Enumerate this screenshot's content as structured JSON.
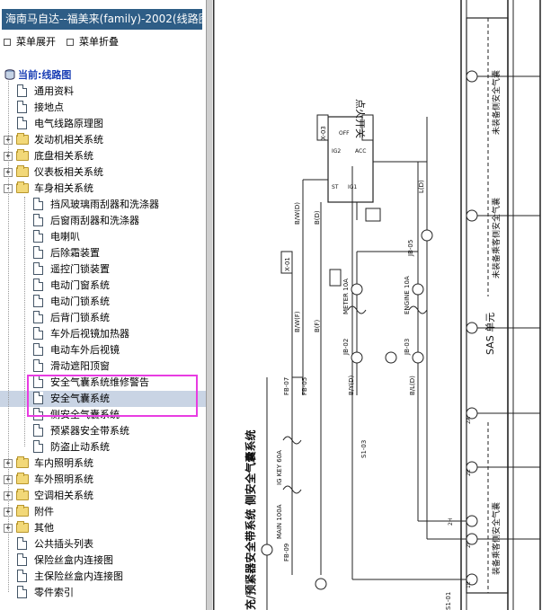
{
  "window": {
    "title": "海南马自达--福美来(family)-2002(线路图)"
  },
  "toolbar": {
    "expand_label": "菜单展开",
    "collapse_label": "菜单折叠"
  },
  "tree": {
    "root": "当前:线路图",
    "items": [
      {
        "label": "通用资料",
        "type": "doc",
        "level": 1
      },
      {
        "label": "接地点",
        "type": "doc",
        "level": 1
      },
      {
        "label": "电气线路原理图",
        "type": "doc",
        "level": 1
      },
      {
        "label": "发动机相关系统",
        "type": "folder",
        "level": 1,
        "expanded": false
      },
      {
        "label": "底盘相关系统",
        "type": "folder",
        "level": 1,
        "expanded": false
      },
      {
        "label": "仪表板相关系统",
        "type": "folder",
        "level": 1,
        "expanded": false
      },
      {
        "label": "车身相关系统",
        "type": "folder",
        "level": 1,
        "expanded": true
      },
      {
        "label": "挡风玻璃雨刮器和洗涤器",
        "type": "doc",
        "level": 2
      },
      {
        "label": "后窗雨刮器和洗涤器",
        "type": "doc",
        "level": 2
      },
      {
        "label": "电喇叭",
        "type": "doc",
        "level": 2
      },
      {
        "label": "后除霜装置",
        "type": "doc",
        "level": 2
      },
      {
        "label": "遥控门锁装置",
        "type": "doc",
        "level": 2
      },
      {
        "label": "电动门窗系统",
        "type": "doc",
        "level": 2
      },
      {
        "label": "电动门锁系统",
        "type": "doc",
        "level": 2
      },
      {
        "label": "后背门锁系统",
        "type": "doc",
        "level": 2
      },
      {
        "label": "车外后视镜加热器",
        "type": "doc",
        "level": 2
      },
      {
        "label": "电动车外后视镜",
        "type": "doc",
        "level": 2
      },
      {
        "label": "滑动遮阳顶窗",
        "type": "doc",
        "level": 2
      },
      {
        "label": "安全气囊系统维修警告",
        "type": "doc",
        "level": 2
      },
      {
        "label": "安全气囊系统",
        "type": "doc",
        "level": 2,
        "selected": true
      },
      {
        "label": "侧安全气囊系统",
        "type": "doc",
        "level": 2
      },
      {
        "label": "预紧器安全带系统",
        "type": "doc",
        "level": 2
      },
      {
        "label": "防盗止动系统",
        "type": "doc",
        "level": 2
      },
      {
        "label": "车内照明系统",
        "type": "folder",
        "level": 1,
        "expanded": false
      },
      {
        "label": "车外照明系统",
        "type": "folder",
        "level": 1,
        "expanded": false
      },
      {
        "label": "空调相关系统",
        "type": "folder",
        "level": 1,
        "expanded": false
      },
      {
        "label": "附件",
        "type": "folder",
        "level": 1,
        "expanded": false
      },
      {
        "label": "其他",
        "type": "folder",
        "level": 1,
        "expanded": false
      },
      {
        "label": "公共插头列表",
        "type": "doc",
        "level": 1
      },
      {
        "label": "保险丝盒内连接图",
        "type": "doc",
        "level": 1
      },
      {
        "label": "主保险丝盒内连接图",
        "type": "doc",
        "level": 1
      },
      {
        "label": "零件索引",
        "type": "doc",
        "level": 1
      }
    ]
  },
  "diagram": {
    "heading": "充/预紧器安全带系统 侧安全气囊系统",
    "ignition_switch": "点火开关",
    "sas_unit": "SAS 单元",
    "not_equipped_side": "未装备侧安全气囊",
    "not_equipped_passenger_side": "未装备乘客侧安全气囊",
    "equipped_passenger_side": "装备乘客侧安全气囊",
    "fuse_meter": "METER 10A",
    "fuse_engine": "ENGINE 10A",
    "fuse_ig_key": "IG KEY 60A",
    "fuse_main": "MAIN 100A",
    "wire_bw_d": "B/W(D)",
    "wire_bd": "B(D)",
    "wire_ld": "L(D)",
    "wire_bwf": "B/W(F)",
    "wire_bf": "B(F)",
    "wire_byd": "B/Y(D)",
    "wire_bld": "B/L(D)",
    "conn_x03": "X-03",
    "conn_x01": "X-01",
    "conn_jb05": "JB-05",
    "conn_jb02": "JB-02",
    "conn_jb03": "JB-03",
    "conn_fb07": "FB-07",
    "conn_fb05": "FB-05",
    "conn_fb09": "FB-09",
    "conn_s103": "S1-03",
    "conn_s101": "S1-01",
    "sw_off": "OFF",
    "sw_st": "ST",
    "sw_ig1": "IG1",
    "sw_ig2": "IG2",
    "sw_acc": "ACC",
    "term_2h": "2H",
    "term_2i": "2I",
    "term_2a": "2A",
    "term_2e": "2E",
    "term_1e": "1E"
  }
}
